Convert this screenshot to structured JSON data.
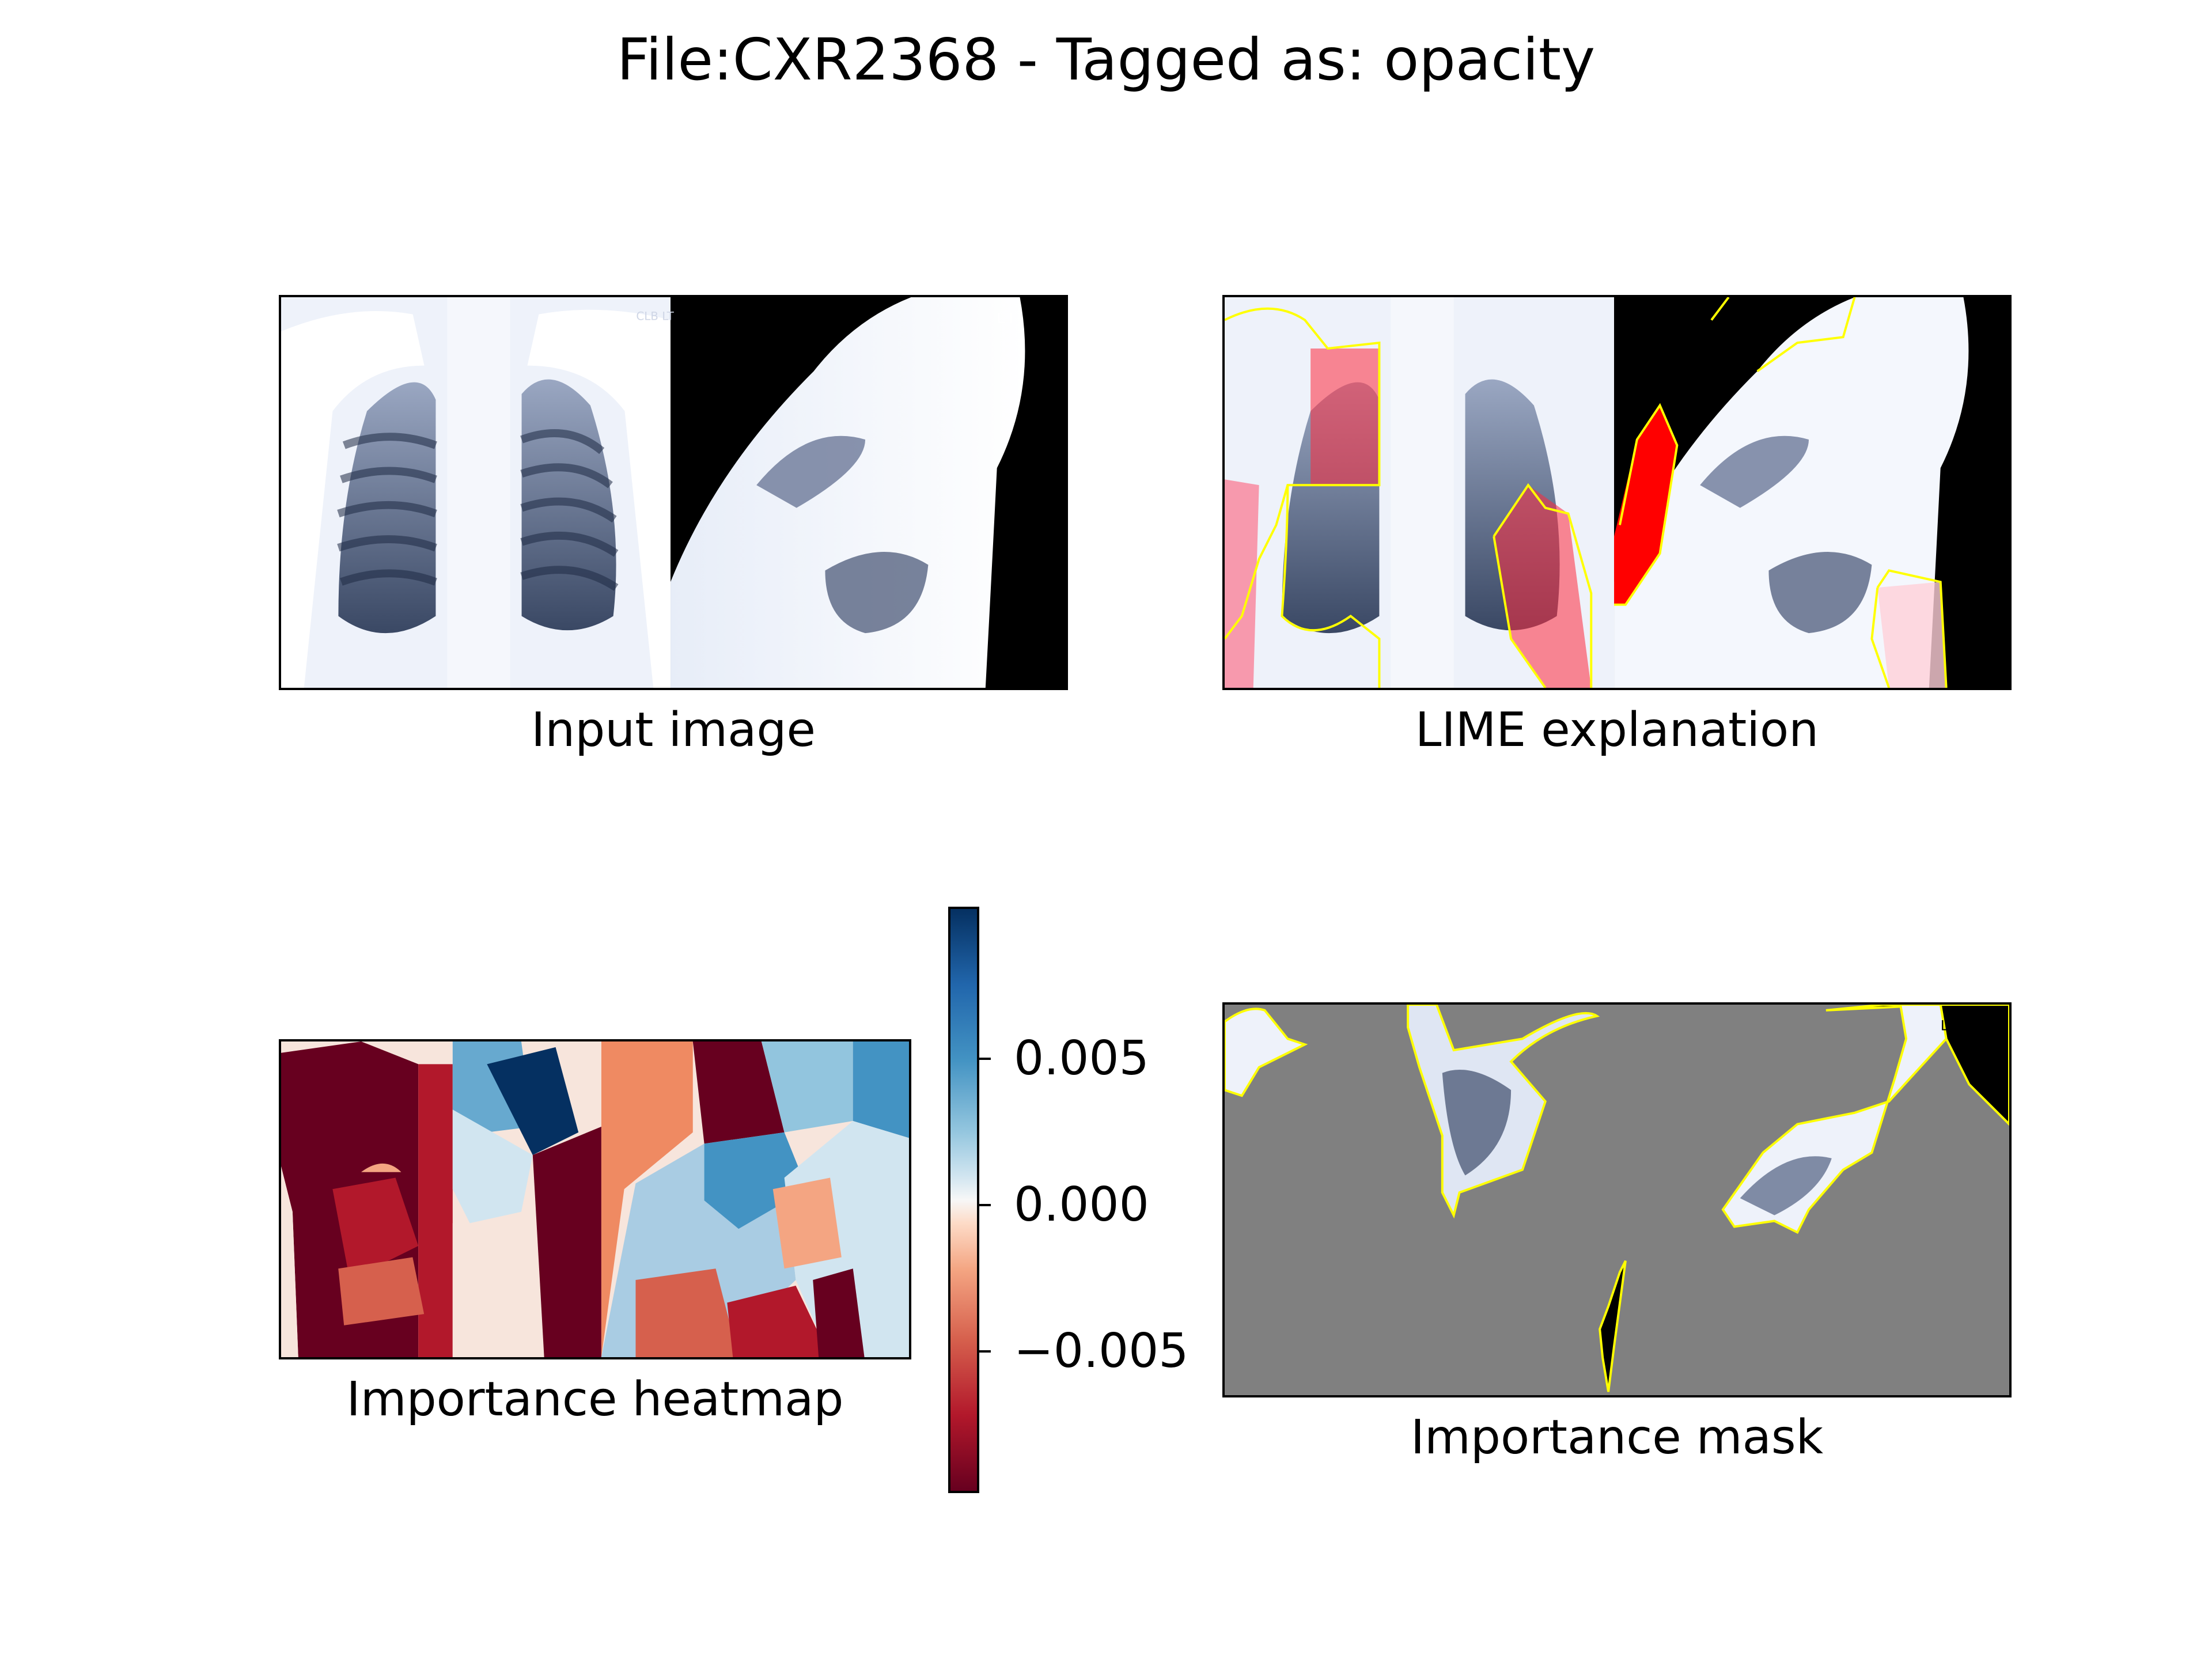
{
  "figure": {
    "title": "File:CXR2368 - Tagged as: opacity"
  },
  "panels": {
    "input": {
      "caption": "Input image"
    },
    "lime": {
      "caption": "LIME explanation"
    },
    "heatmap": {
      "caption": "Importance heatmap"
    },
    "mask": {
      "caption": "Importance mask"
    }
  },
  "colorbar": {
    "colormap": "RdBu",
    "range": [
      -0.0095,
      0.0095
    ],
    "tick_labels": [
      "0.005",
      "0.000",
      "−0.005"
    ]
  },
  "overlay_labels": {
    "frontal_marker": "CLB LT",
    "lateral_marker": "L I"
  },
  "colors": {
    "highlight": "#ff0000",
    "boundary": "#ffff00",
    "mask_bg": "#808080"
  }
}
